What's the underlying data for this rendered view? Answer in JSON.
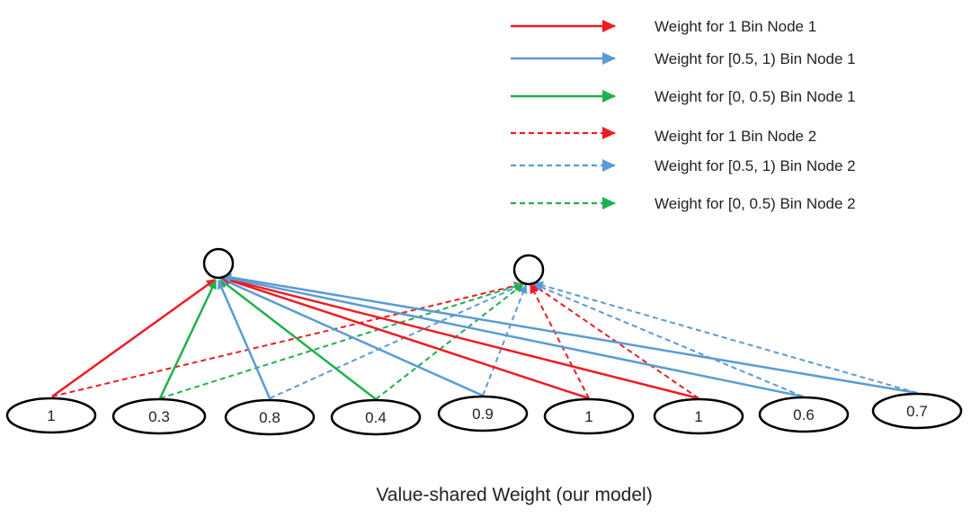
{
  "colors": {
    "red": "#ee1c24",
    "blue": "#5b9bd5",
    "green": "#1fb04b",
    "outline": "#000000",
    "text": "#222222"
  },
  "legend": [
    {
      "label": "Weight for 1 Bin Node 1",
      "color": "red",
      "dashed": false
    },
    {
      "label": "Weight for [0.5, 1) Bin Node 1",
      "color": "blue",
      "dashed": false
    },
    {
      "label": "Weight for [0, 0.5)  Bin Node 1",
      "color": "green",
      "dashed": false
    },
    {
      "label": "Weight for 1  Bin Node 2",
      "color": "red",
      "dashed": true
    },
    {
      "label": "Weight for [0.5, 1) Bin Node 2",
      "color": "blue",
      "dashed": true
    },
    {
      "label": "Weight for [0, 0.5) Bin Node 2",
      "color": "green",
      "dashed": true
    }
  ],
  "inputs": [
    "1",
    "0.3",
    "0.8",
    "0.4",
    "0.9",
    "1",
    "1",
    "0.6",
    "0.7"
  ],
  "hidden_nodes": [
    "node-1",
    "node-2"
  ],
  "caption": "Value-shared Weight (our model)"
}
